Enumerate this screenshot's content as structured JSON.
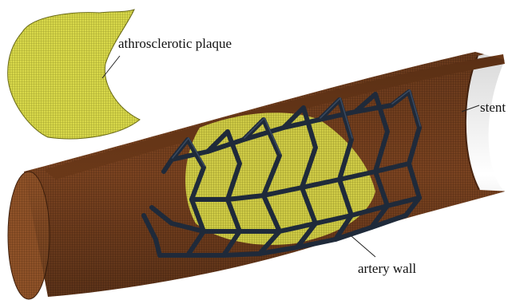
{
  "figure": {
    "labels": {
      "plaque": "athrosclerotic plaque",
      "stent": "stent",
      "artery": "artery wall"
    },
    "colors": {
      "artery_wall": "#7a4320",
      "artery_wall_dark": "#4a2510",
      "artery_wall_light": "#9a5a30",
      "plaque": "#d8d84a",
      "plaque_dark": "#8a8a20",
      "stent": "#1f2a3a",
      "stent_highlight": "#3a4a60",
      "leader_line": "#222222"
    }
  }
}
